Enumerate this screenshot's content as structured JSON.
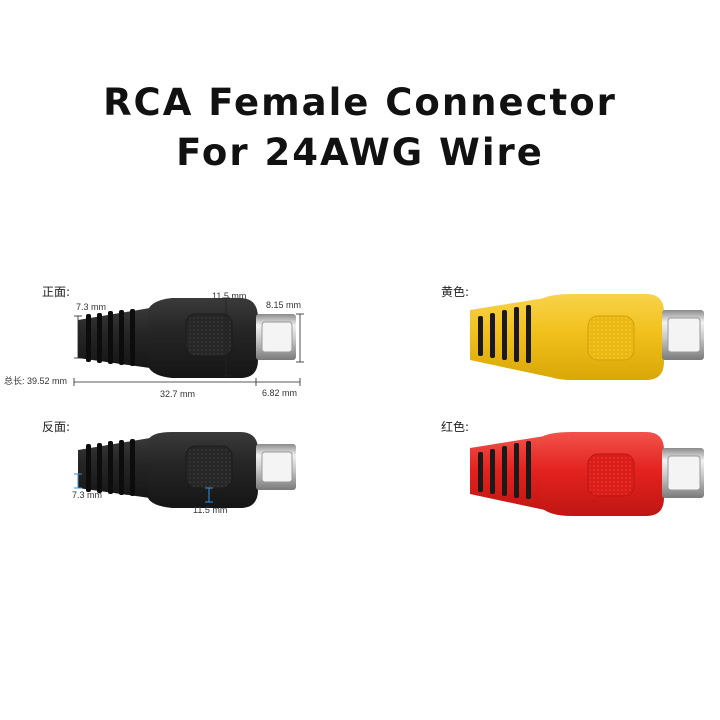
{
  "title": {
    "line1": "RCA Female Connector",
    "line2": "For 24AWG Wire"
  },
  "views": {
    "front": "正面:",
    "back": "反面:",
    "yellow": "黄色:",
    "red": "红色:"
  },
  "dimensions": {
    "cable_end": "7.3 mm",
    "body_width": "11.5 mm",
    "socket_diameter": "8.15 mm",
    "total_length": "总长: 39.52 mm",
    "body_length": "32.7 mm",
    "socket_length": "6.82 mm",
    "back_cable_end": "7.3 mm",
    "back_body_width": "11.5 mm"
  },
  "colors": {
    "black": "#232323",
    "yellow": "#f2c21a",
    "red": "#e8231f",
    "metal": "#cfcfcf",
    "measure_blue": "#3a8fd8"
  }
}
